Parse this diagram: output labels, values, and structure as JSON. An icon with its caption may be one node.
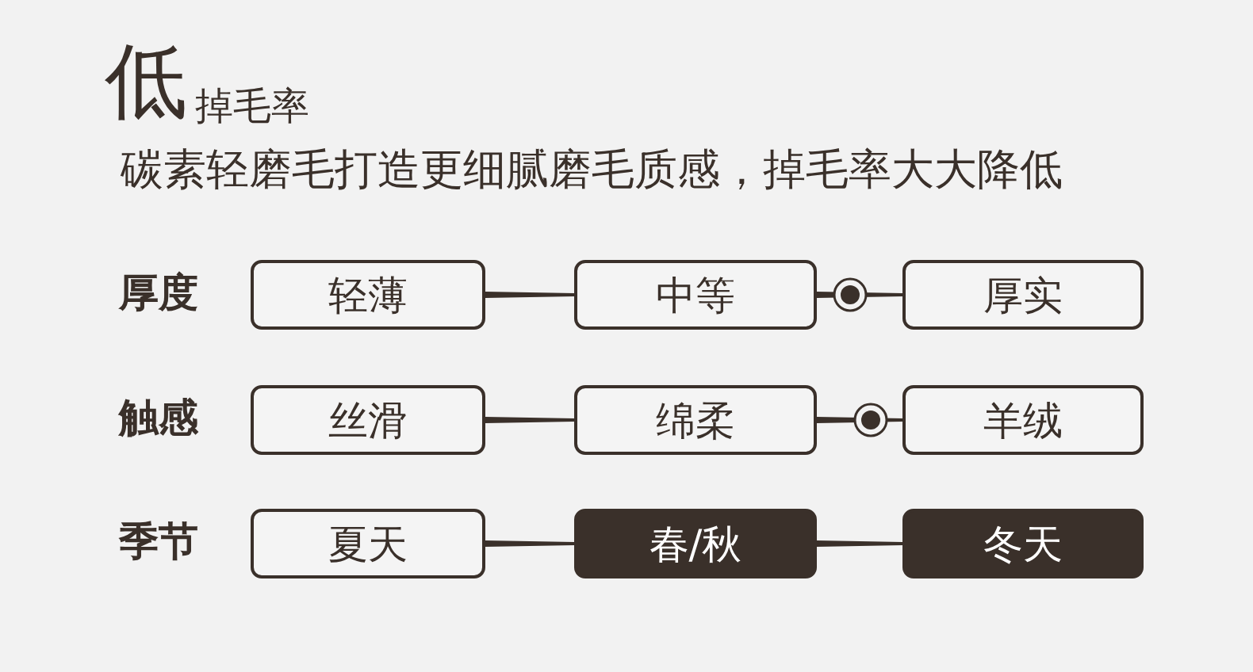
{
  "diagram": {
    "title": "低",
    "nodes": [
      {
        "text": [
          "轻薄"
        ]
      },
      {
        "text": [
          "中等"
        ]
      },
      {
        "text": [
          "厚实"
        ]
      },
      {
        "text": [
          "丝滑"
        ]
      },
      {
        "text": [
          "绵柔"
        ]
      },
      {
        "text": [
          "羊绒"
        ]
      },
      {
        "text": [
          "夏天"
        ]
      },
      {
        "text": [
          "春/秋"
        ]
      },
      {
        "text": [
          "冬天"
        ]
      }
    ],
    "edges": [
      {
        "from": 0,
        "to": 1,
        "arrow": "none"
      },
      {
        "from": 1,
        "to": 2,
        "arrow": "none"
      },
      {
        "from": 3,
        "to": 4,
        "arrow": "none"
      },
      {
        "from": 4,
        "to": 5,
        "arrow": "none"
      },
      {
        "from": 6,
        "to": 7,
        "arrow": "none"
      },
      {
        "from": 7,
        "to": 8,
        "arrow": "none"
      }
    ],
    "labels": [
      "掉毛率",
      "碳素轻磨毛打造更细腻磨毛质感，掉毛率大大降低",
      "厚度",
      "触感",
      "季节"
    ]
  }
}
